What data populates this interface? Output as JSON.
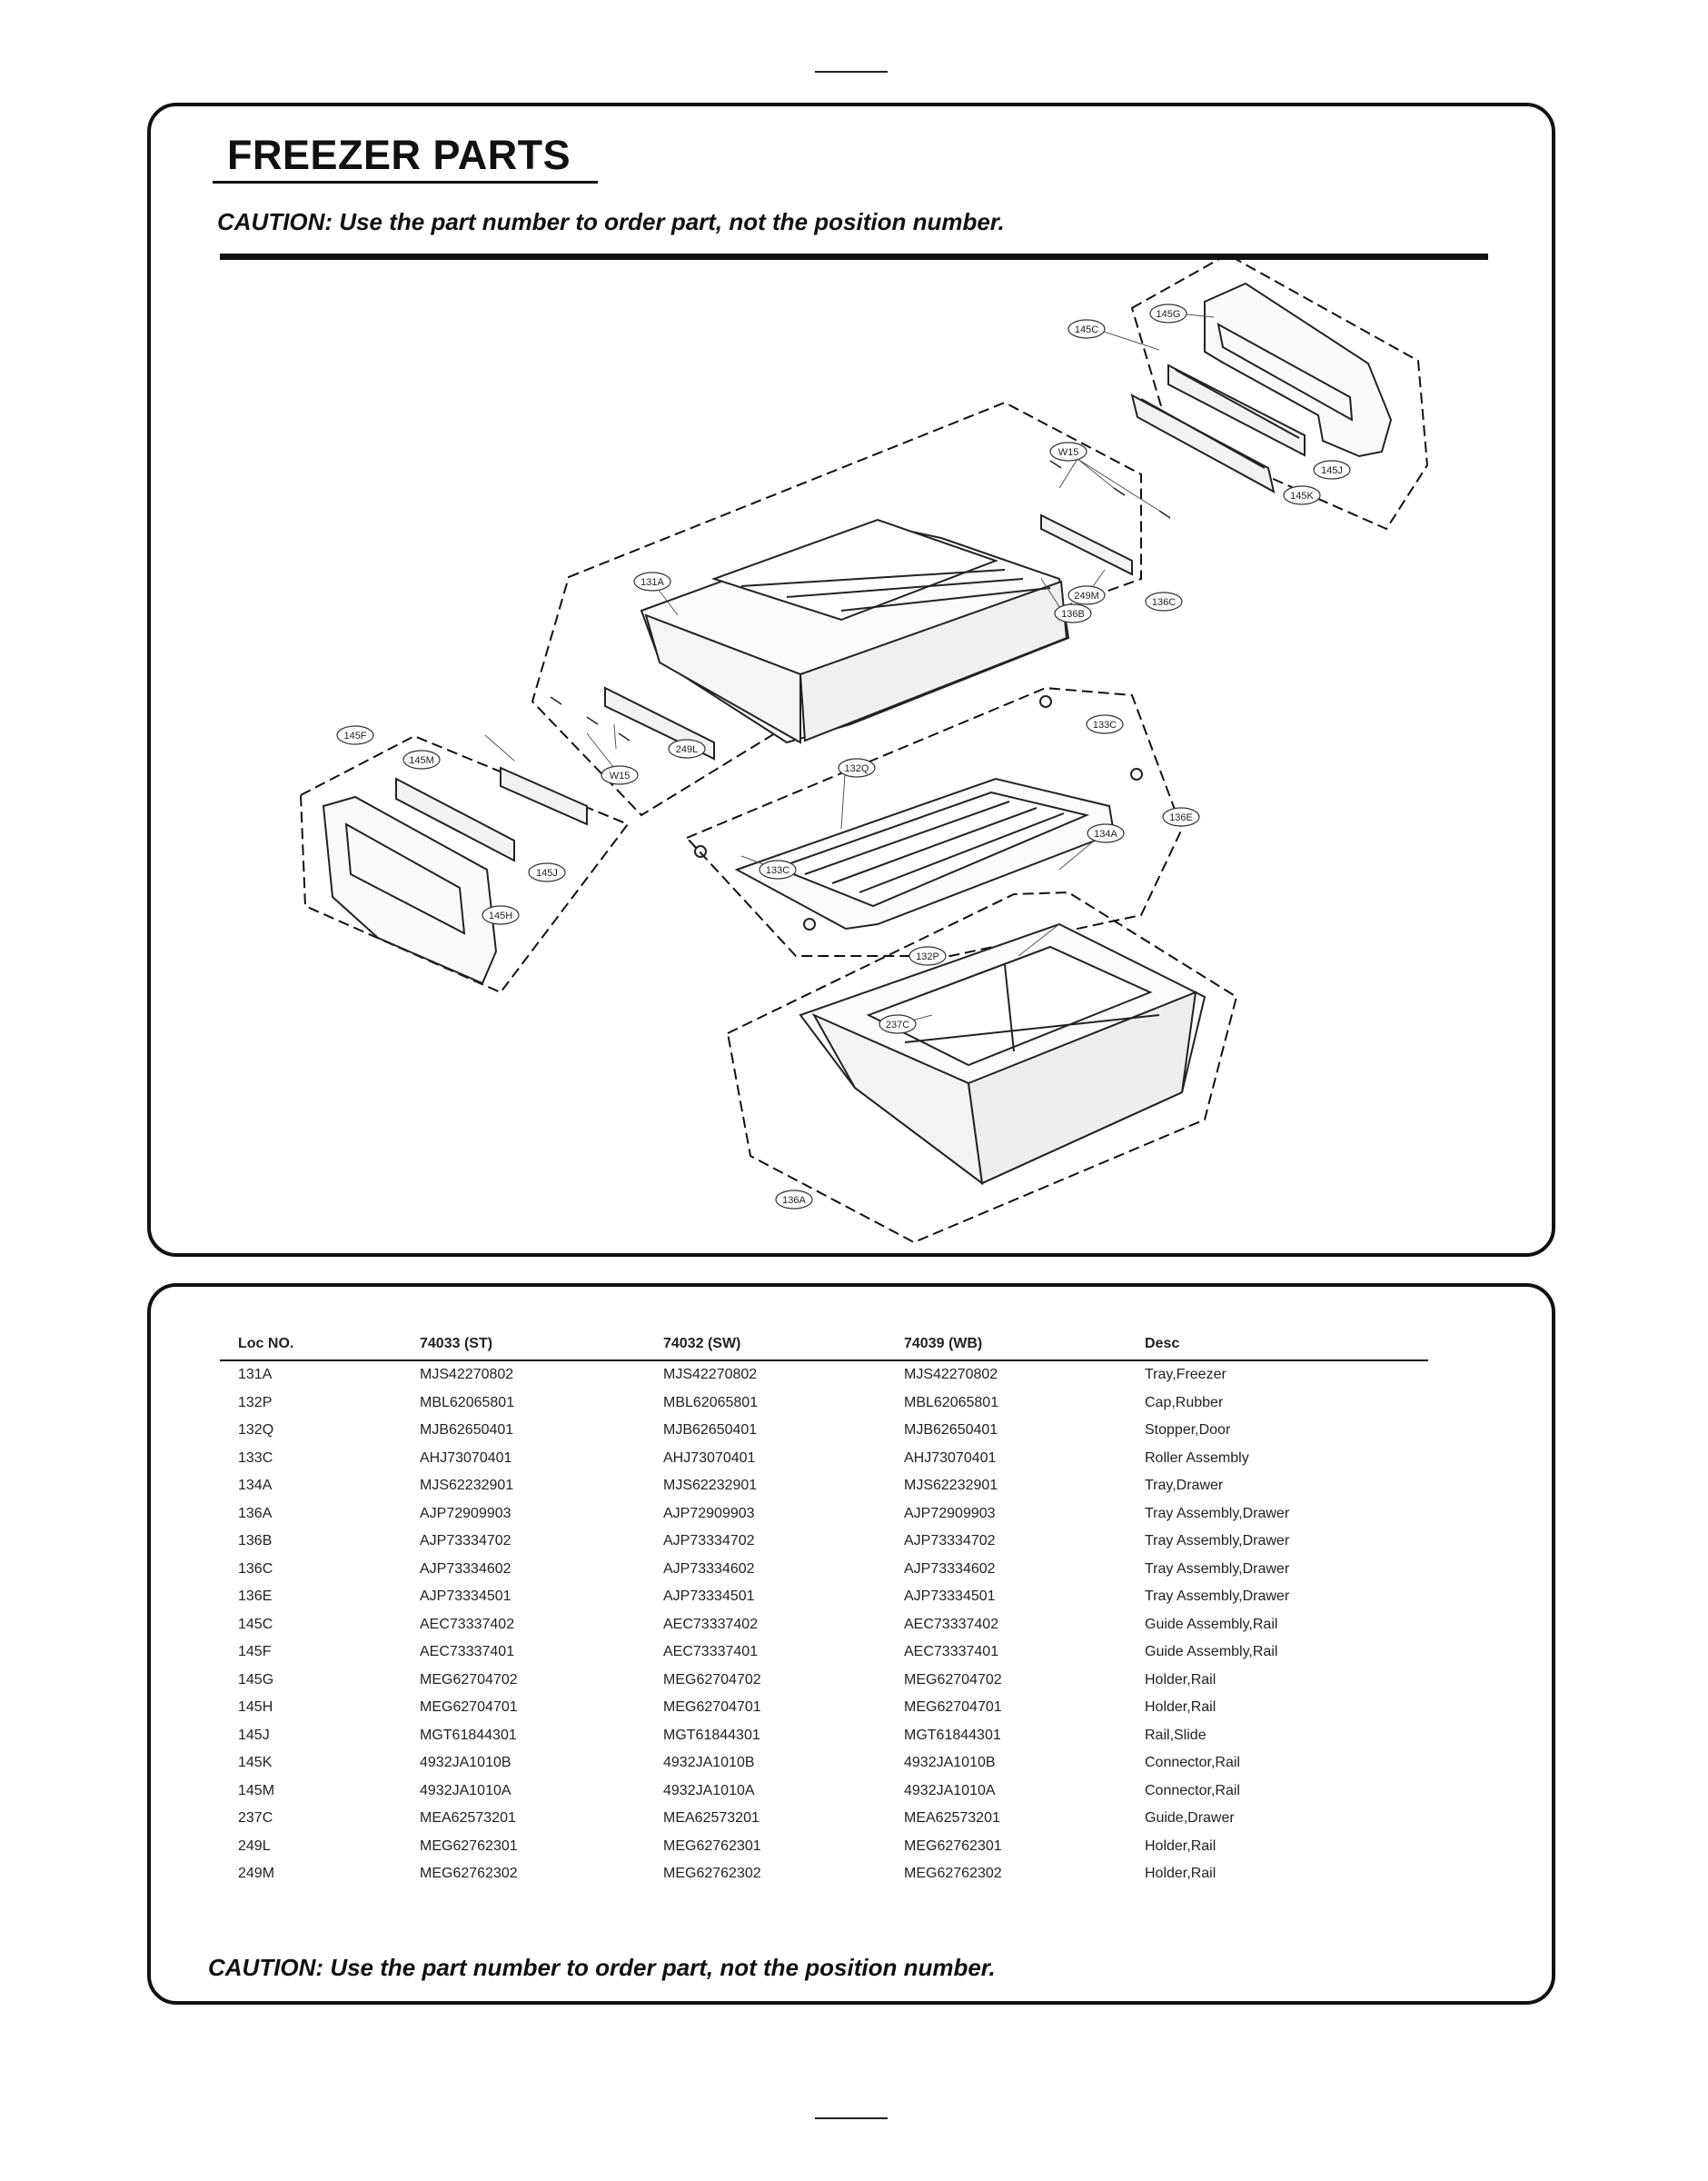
{
  "section_title": "FREEZER PARTS",
  "caution_top": "CAUTION: Use the part number to order part, not the position number.",
  "caution_bottom": "CAUTION: Use the part number to order part, not the position number.",
  "callouts": [
    "145C",
    "145G",
    "145J",
    "145K",
    "W15",
    "131A",
    "249M",
    "136B",
    "136C",
    "249L",
    "W15",
    "145F",
    "145M",
    "133C",
    "132Q",
    "136E",
    "134A",
    "133C",
    "145J",
    "145H",
    "132P",
    "237C",
    "136A"
  ],
  "table": {
    "headers": [
      "Loc NO.",
      "74033 (ST)",
      "74032 (SW)",
      "74039 (WB)",
      "Desc"
    ],
    "rows": [
      [
        "131A",
        "MJS42270802",
        "MJS42270802",
        "MJS42270802",
        "Tray,Freezer"
      ],
      [
        "132P",
        "MBL62065801",
        "MBL62065801",
        "MBL62065801",
        "Cap,Rubber"
      ],
      [
        "132Q",
        "MJB62650401",
        "MJB62650401",
        "MJB62650401",
        "Stopper,Door"
      ],
      [
        "133C",
        "AHJ73070401",
        "AHJ73070401",
        "AHJ73070401",
        "Roller Assembly"
      ],
      [
        "134A",
        "MJS62232901",
        "MJS62232901",
        "MJS62232901",
        "Tray,Drawer"
      ],
      [
        "136A",
        "AJP72909903",
        "AJP72909903",
        "AJP72909903",
        "Tray Assembly,Drawer"
      ],
      [
        "136B",
        "AJP73334702",
        "AJP73334702",
        "AJP73334702",
        "Tray Assembly,Drawer"
      ],
      [
        "136C",
        "AJP73334602",
        "AJP73334602",
        "AJP73334602",
        "Tray Assembly,Drawer"
      ],
      [
        "136E",
        "AJP73334501",
        "AJP73334501",
        "AJP73334501",
        "Tray Assembly,Drawer"
      ],
      [
        "145C",
        "AEC73337402",
        "AEC73337402",
        "AEC73337402",
        "Guide Assembly,Rail"
      ],
      [
        "145F",
        "AEC73337401",
        "AEC73337401",
        "AEC73337401",
        "Guide Assembly,Rail"
      ],
      [
        "145G",
        "MEG62704702",
        "MEG62704702",
        "MEG62704702",
        "Holder,Rail"
      ],
      [
        "145H",
        "MEG62704701",
        "MEG62704701",
        "MEG62704701",
        "Holder,Rail"
      ],
      [
        "145J",
        "MGT61844301",
        "MGT61844301",
        "MGT61844301",
        "Rail,Slide"
      ],
      [
        "145K",
        "4932JA1010B",
        "4932JA1010B",
        "4932JA1010B",
        "Connector,Rail"
      ],
      [
        "145M",
        "4932JA1010A",
        "4932JA1010A",
        "4932JA1010A",
        "Connector,Rail"
      ],
      [
        "237C",
        "MEA62573201",
        "MEA62573201",
        "MEA62573201",
        "Guide,Drawer"
      ],
      [
        "249L",
        "MEG62762301",
        "MEG62762301",
        "MEG62762301",
        "Holder,Rail"
      ],
      [
        "249M",
        "MEG62762302",
        "MEG62762302",
        "MEG62762302",
        "Holder,Rail"
      ]
    ]
  }
}
